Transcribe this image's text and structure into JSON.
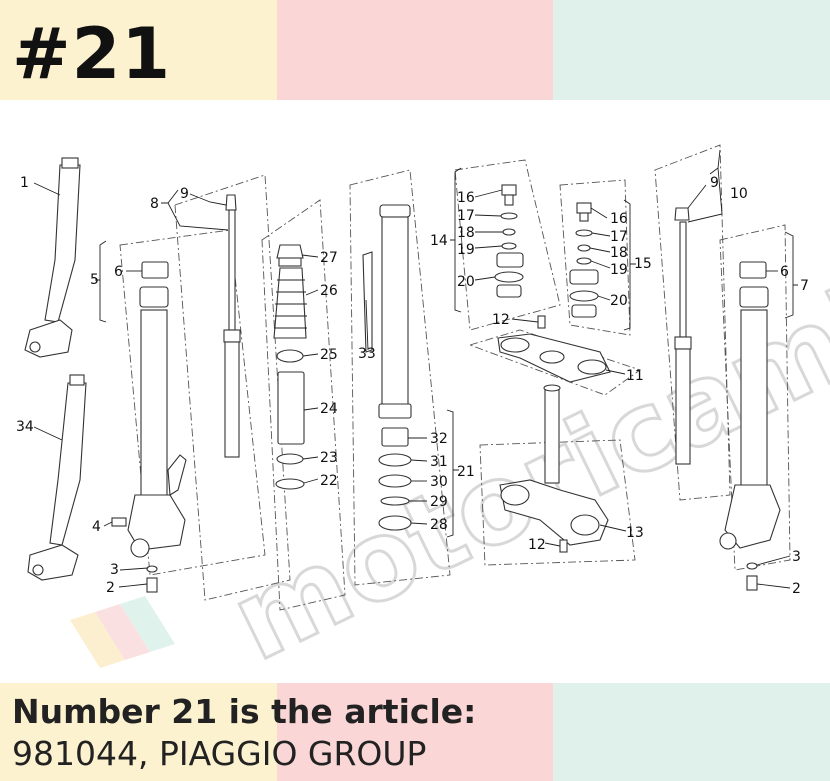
{
  "header": {
    "number": "#21"
  },
  "caption": {
    "line1": "Number 21 is the article:",
    "line2": "981044, PIAGGIO GROUP"
  },
  "diagram": {
    "watermark": "motoricambi",
    "labels": {
      "l1": "1",
      "l34": "34",
      "l5": "5",
      "l6a": "6",
      "l4": "4",
      "l3a": "3",
      "l2a": "2",
      "l8": "8",
      "l9a": "9",
      "l27": "27",
      "l26": "26",
      "l25": "25",
      "l24": "24",
      "l23": "23",
      "l22": "22",
      "l33": "33",
      "l32": "32",
      "l31": "31",
      "l30": "30",
      "l29": "29",
      "l28": "28",
      "l21": "21",
      "l16a": "16",
      "l17a": "17",
      "l18a": "18",
      "l19a": "19",
      "l20a": "20",
      "l14": "14",
      "l12a": "12",
      "l11": "11",
      "l12b": "12",
      "l13": "13",
      "l16b": "16",
      "l17b": "17",
      "l18b": "18",
      "l19b": "19",
      "l20b": "20",
      "l15": "15",
      "l9b": "9",
      "l10": "10",
      "l6b": "6",
      "l7": "7",
      "l3b": "3",
      "l2b": "2"
    }
  }
}
